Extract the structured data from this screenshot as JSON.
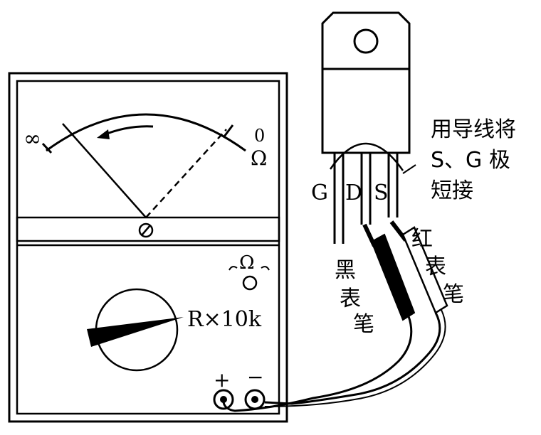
{
  "meter": {
    "infinity_label": "∞",
    "zero_label": "0",
    "ohm_scale_label": "Ω",
    "ohm_mode_label": "Ω",
    "range_label": "R×10k",
    "plus_label": "+",
    "minus_label": "−"
  },
  "transistor": {
    "pin_g": "G",
    "pin_d": "D",
    "pin_s": "S"
  },
  "annotations": {
    "short_note_line1": "用导线将",
    "short_note_line2": "S、G 极",
    "short_note_line3": "短接",
    "black_probe": [
      "黑",
      "表",
      "笔"
    ],
    "red_probe": [
      "红",
      "表",
      "笔"
    ]
  }
}
